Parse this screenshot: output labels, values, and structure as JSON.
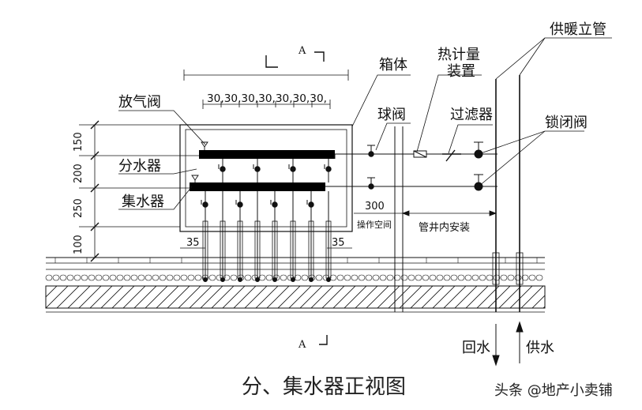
{
  "title": "分、集水器正视图",
  "watermark": "头条 @地产小卖铺",
  "section_marks": {
    "top": "A",
    "bottom": "A"
  },
  "labels": {
    "riser": "供暖立管",
    "box": "箱体",
    "heat_meter_line1": "热计量",
    "heat_meter_line2": "装置",
    "filter": "过滤器",
    "air_valve": "放气阀",
    "ball_valve": "球阀",
    "lock_valve": "锁闭阀",
    "distributor": "分水器",
    "collector": "集水器",
    "return_water": "回水",
    "supply_water": "供水",
    "operating_space": "操作空间",
    "shaft_install": "管井内安装"
  },
  "dimensions": {
    "pitch_row": "30,30,30,30,30,30,30,",
    "vertical": [
      "150",
      "200",
      "250",
      "100"
    ],
    "left_edge": "35",
    "right_edge": "35",
    "operating_width": "300"
  },
  "colors": {
    "line": "#111111",
    "pipe": "#000000",
    "paper": "#ffffff"
  }
}
